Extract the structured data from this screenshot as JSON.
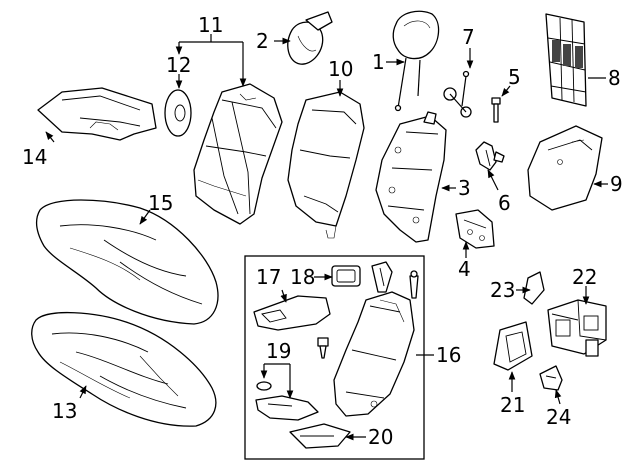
{
  "labels": {
    "1": "1",
    "2": "2",
    "3": "3",
    "4": "4",
    "5": "5",
    "6": "6",
    "7": "7",
    "8": "8",
    "9": "9",
    "10": "10",
    "11": "11",
    "12": "12",
    "13": "13",
    "14": "14",
    "15": "15",
    "16": "16",
    "17": "17",
    "18": "18",
    "19": "19",
    "20": "20",
    "21": "21",
    "22": "22",
    "23": "23",
    "24": "24"
  }
}
